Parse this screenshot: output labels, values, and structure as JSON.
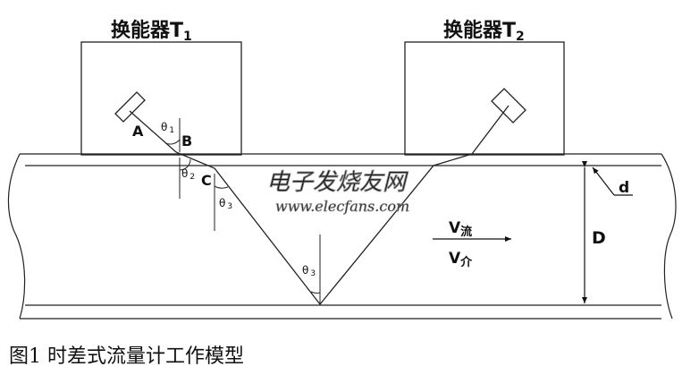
{
  "transducers": [
    {
      "name": "换能器T",
      "subscript": "1"
    },
    {
      "name": "换能器T",
      "subscript": "2"
    }
  ],
  "points": {
    "a": "A",
    "b": "B",
    "c": "C"
  },
  "angles": {
    "theta_symbol": "θ",
    "theta1_sub": "1",
    "theta2_sub": "2",
    "theta3_sub": "3"
  },
  "flow": {
    "v_flow_base": "V",
    "v_flow_sub": "流",
    "v_medium_base": "V",
    "v_medium_sub": "介"
  },
  "dimensions": {
    "pipe_diameter": "D",
    "wall_thickness": "d"
  },
  "watermark": {
    "cn": "电子发烧友网",
    "url": "www.elecfans.com"
  },
  "caption": "图1 时差式流量计工作模型"
}
